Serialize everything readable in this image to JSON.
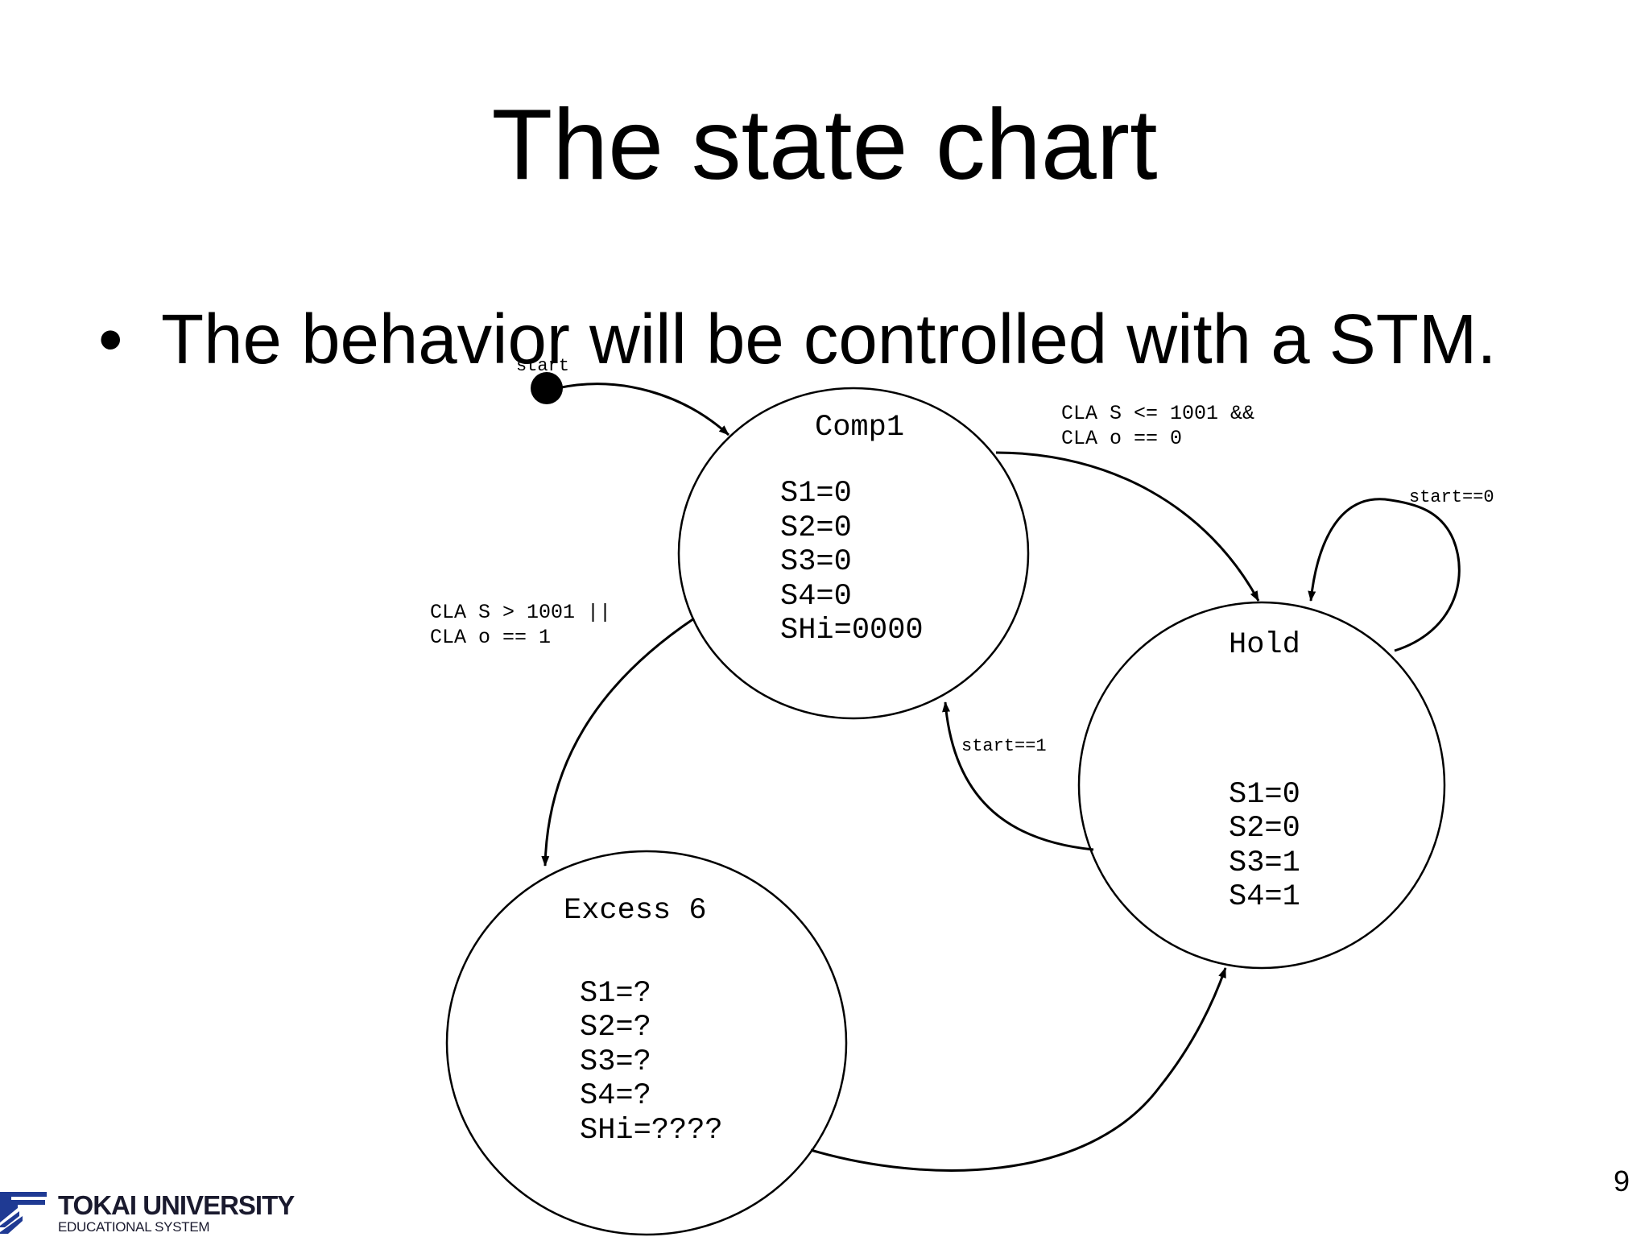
{
  "title": "The state chart",
  "bullet": {
    "symbol": "•",
    "text": "The behavior will be controlled with a STM."
  },
  "diagram": {
    "initial_label": "start",
    "states": {
      "comp1": {
        "name": "Comp1",
        "lines": [
          "S1=0",
          "S2=0",
          "S3=0",
          "S4=0",
          "SHi=0000"
        ]
      },
      "hold": {
        "name": "Hold",
        "lines": [
          "S1=0",
          "S2=0",
          "S3=1",
          "S4=1"
        ]
      },
      "excess6": {
        "name": "Excess 6",
        "lines": [
          "S1=?",
          "S2=?",
          "S3=?",
          "S4=?",
          "SHi=????"
        ]
      }
    },
    "transitions": {
      "comp1_to_hold": [
        "CLA S <= 1001 &&",
        "CLA o == 0"
      ],
      "comp1_to_excess": [
        "CLA S > 1001 ||",
        "CLA o == 1"
      ],
      "hold_to_comp1": "start==1",
      "hold_self": "start==0"
    }
  },
  "page_number": "9",
  "logo": {
    "name": "TOKAI UNIVERSITY",
    "subtitle": "EDUCATIONAL SYSTEM"
  },
  "colors": {
    "logo": "#1f3a93",
    "ink": "#000000",
    "background": "#ffffff"
  }
}
